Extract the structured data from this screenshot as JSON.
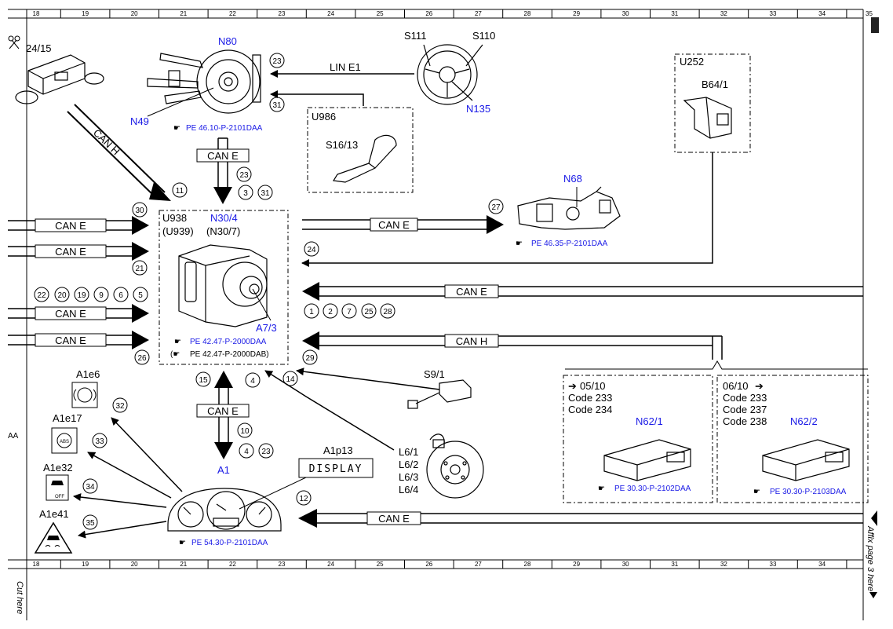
{
  "ruler": {
    "numbers": [
      "18",
      "19",
      "20",
      "21",
      "22",
      "23",
      "24",
      "25",
      "26",
      "27",
      "28",
      "29",
      "30",
      "31",
      "32",
      "33",
      "34"
    ],
    "corner": "35"
  },
  "labels": {
    "N80": "N80",
    "N49": "N49",
    "S111": "S111",
    "S110": "S110",
    "N135": "N135",
    "LIN_E1": "LIN E1",
    "U986": "U986",
    "S16_13": "S16/13",
    "U252": "U252",
    "B64_1": "B64/1",
    "N68": "N68",
    "U938": "U938",
    "U939": "(U939)",
    "N30_4": "N30/4",
    "N30_7": "(N30/7)",
    "A7_3": "A7/3",
    "S9_1": "S9/1",
    "L6_1": "L6/1",
    "L6_2": "L6/2",
    "L6_3": "L6/3",
    "L6_4": "L6/4",
    "A1p13": "A1p13",
    "DISPLAY": "DISPLAY",
    "A1": "A1",
    "A1e6": "A1e6",
    "A1e17": "A1e17",
    "A1e32": "A1e32",
    "A1e41": "A1e41",
    "scissor_ref": "24/15",
    "AA": "AA",
    "N62_1": "N62/1",
    "N62_2": "N62/2",
    "v1_date": "05/10",
    "v1_code1": "Code 233",
    "v1_code2": "Code 234",
    "v2_date": "06/10",
    "v2_code1": "Code 233",
    "v2_code2": "Code 237",
    "v2_code3": "Code 238",
    "ABS": "ABS",
    "OFF": "OFF"
  },
  "buses": {
    "can_e": "CAN E",
    "can_h": "CAN H"
  },
  "refs": {
    "pe_n80": "PE 46.10-P-2101DAA",
    "pe_n68": "PE 46.35-P-2101DAA",
    "pe_n30_a": "PE 42.47-P-2000DAA",
    "pe_n30_b": "PE 42.47-P-2000DAB)",
    "pe_n62_1": "PE 30.30-P-2102DAA",
    "pe_n62_2": "PE 30.30-P-2103DAA",
    "pe_a1": "PE 54.30-P-2101DAA"
  },
  "circles": {
    "c23a": "23",
    "c31a": "31",
    "c11": "11",
    "c23b": "23",
    "c3": "3",
    "c31b": "31",
    "c30": "30",
    "c21": "21",
    "c24": "24",
    "c27": "27",
    "c22": "22",
    "c20": "20",
    "c19": "19",
    "c9": "9",
    "c6": "6",
    "c5": "5",
    "c1": "1",
    "c2": "2",
    "c7": "7",
    "c25": "25",
    "c28": "28",
    "c26": "26",
    "c29": "29",
    "c15": "15",
    "c4a": "4",
    "c14": "14",
    "c10": "10",
    "c4b": "4",
    "c23c": "23",
    "c32": "32",
    "c33": "33",
    "c34": "34",
    "c35": "35",
    "c12": "12"
  },
  "side_text": {
    "left": "Cut here",
    "right": "Affix page 3 here"
  }
}
